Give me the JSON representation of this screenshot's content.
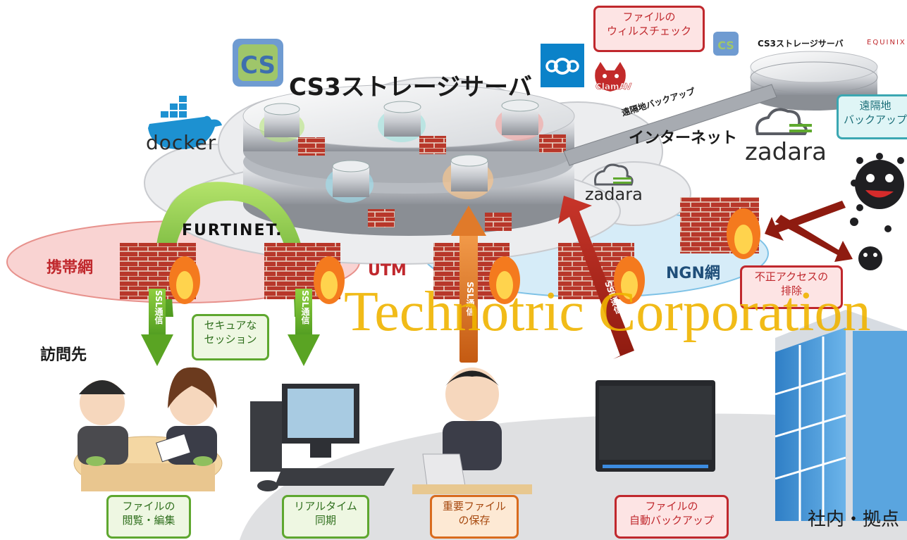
{
  "title": "CS3ストレージサーバ",
  "remote_server_title": "CS3ストレージサーバ",
  "internet": "インターネット",
  "mobile_network": "携帯網",
  "ngn_network": "NGN網",
  "utm": "UTM",
  "visit_site": "訪問先",
  "office": "社内・拠点",
  "remote_backup_arrow": "遠隔地バックアップ",
  "virus_check": [
    "ファイルの",
    "ウィルスチェック"
  ],
  "remote_backup_box": [
    "遠隔地",
    "バックアップ"
  ],
  "unauthorized": [
    "不正アクセスの",
    "排除"
  ],
  "secure_session": [
    "セキュアな",
    "セッション"
  ],
  "ssl_label": "SSL通信",
  "watermark": "Technotric Corporation",
  "brands": {
    "docker": "docker",
    "fortinet": "FURTINET.",
    "zadara_main": "zadara",
    "zadara_remote": "zadara",
    "clamav": "ClamAV",
    "equinix": "EQUINIX"
  },
  "bottom_labels": {
    "view_edit": [
      "ファイルの",
      "閲覧・編集"
    ],
    "realtime_sync": [
      "リアルタイム",
      "同期"
    ],
    "save_important": [
      "重要ファイル",
      "の保存"
    ],
    "auto_backup": [
      "ファイルの",
      "自動バックアップ"
    ]
  },
  "colors": {
    "accent_red": "#c0282d",
    "accent_green": "#5ea72f",
    "accent_orange": "#d96b1d",
    "accent_teal": "#3ba7b2",
    "ngn_blue": "#1f4e79"
  }
}
